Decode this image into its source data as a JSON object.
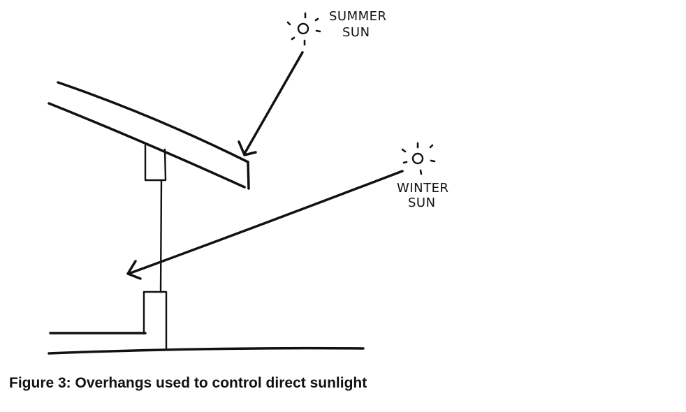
{
  "labels": {
    "summer_line1": "SUMMER",
    "summer_line2": "SUN",
    "winter_line1": "WINTER",
    "winter_line2": "SUN"
  },
  "caption": "Figure 3: Overhangs used to control direct sunlight",
  "colors": {
    "ink": "#111111",
    "background": "#ffffff"
  }
}
